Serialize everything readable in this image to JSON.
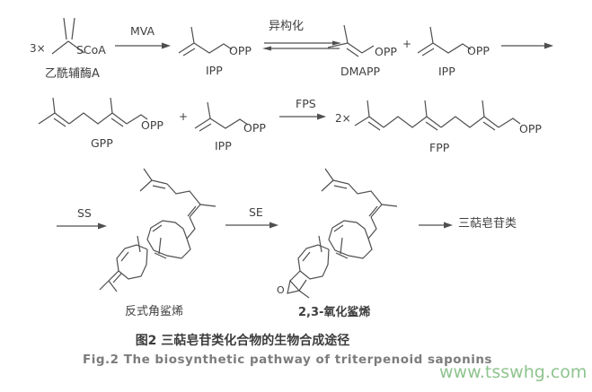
{
  "figure": {
    "caption_zh": "图2 三萜皂苷类化合物的生物合成途径",
    "caption_en": "Fig.2 The biosynthetic pathway of triterpenoid saponins",
    "watermark": "www.tsswhg.com"
  },
  "stoichiometry": {
    "three_x": "3×",
    "two_x": "2×",
    "plus": "+"
  },
  "molecules": {
    "acetyl_coa_label": "乙酰辅酶A",
    "scoa": "SCoA",
    "opp": "OPP",
    "ipp": "IPP",
    "dmapp": "DMAPP",
    "gpp": "GPP",
    "fpp": "FPP",
    "squalene": "反式角鲨烯",
    "oxidosqualene": "2,3-氧化鲨烯",
    "oxygen": "O",
    "product": "三萜皂苷类"
  },
  "enzymes": {
    "mva": "MVA",
    "isomerization": "异构化",
    "fps": "FPS",
    "ss": "SS",
    "se": "SE"
  },
  "colors": {
    "line": "#4f4f4f",
    "text": "#3f3f3f",
    "caption_en": "#7c7c7c",
    "watermark_green": "#8fc48f"
  }
}
